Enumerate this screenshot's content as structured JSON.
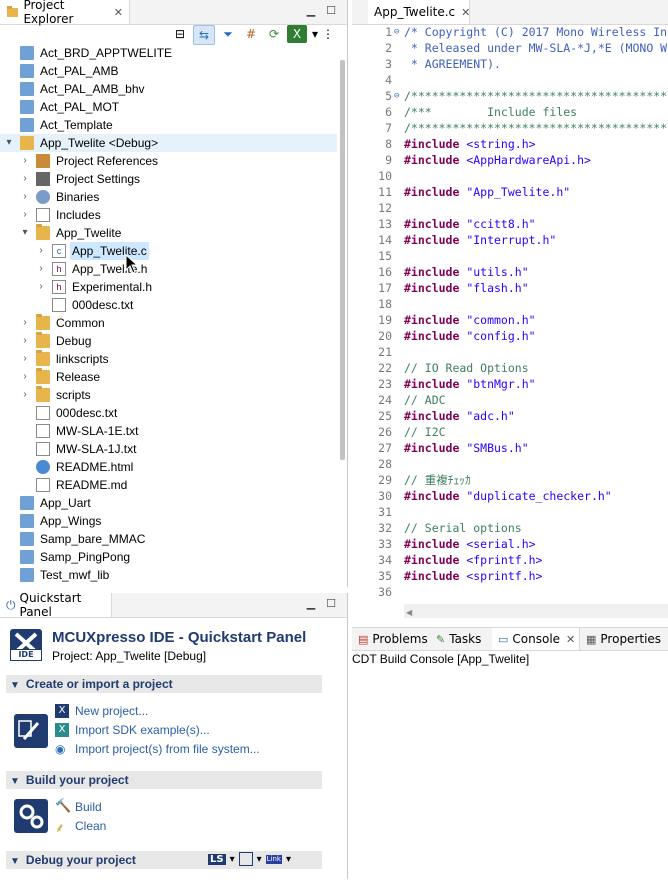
{
  "project_explorer": {
    "title": "Project Explorer",
    "items": [
      {
        "label": "Act_BRD_APPTWELITE"
      },
      {
        "label": "Act_PAL_AMB"
      },
      {
        "label": "Act_PAL_AMB_bhv"
      },
      {
        "label": "Act_PAL_MOT"
      },
      {
        "label": "Act_Template"
      },
      {
        "label": "App_Twelite <Debug>"
      },
      {
        "label": "Project References"
      },
      {
        "label": "Project Settings"
      },
      {
        "label": "Binaries"
      },
      {
        "label": "Includes"
      },
      {
        "label": "App_Twelite"
      },
      {
        "label": "App_Twelite.c"
      },
      {
        "label": "App_Twelite.h"
      },
      {
        "label": "Experimental.h"
      },
      {
        "label": "000desc.txt"
      },
      {
        "label": "Common"
      },
      {
        "label": "Debug"
      },
      {
        "label": "linkscripts"
      },
      {
        "label": "Release"
      },
      {
        "label": "scripts"
      },
      {
        "label": "000desc.txt"
      },
      {
        "label": "MW-SLA-1E.txt"
      },
      {
        "label": "MW-SLA-1J.txt"
      },
      {
        "label": "README.html"
      },
      {
        "label": "README.md"
      },
      {
        "label": "App_Uart"
      },
      {
        "label": "App_Wings"
      },
      {
        "label": "Samp_bare_MMAC"
      },
      {
        "label": "Samp_PingPong"
      },
      {
        "label": "Test_mwf_lib"
      }
    ]
  },
  "quickstart": {
    "tab": "Quickstart Panel",
    "title": "MCUXpresso IDE - Quickstart Panel",
    "project": "Project: App_Twelite [Debug]",
    "logo_text": "IDE",
    "sec1": "Create or import a project",
    "new_project": "New project...",
    "import_sdk": "Import SDK example(s)...",
    "import_fs": "Import project(s) from file system...",
    "sec2": "Build your project",
    "build": "Build",
    "clean": "Clean",
    "sec3": "Debug your project",
    "debug_ls": "LS",
    "debug_link": "Link"
  },
  "editor": {
    "tab": "App_Twelite.c",
    "lines": [
      {
        "n": "1",
        "t": "/* Copyright (C) 2017 Mono Wireless In"
      },
      {
        "n": "2",
        "t": " * Released under MW-SLA-*J,*E (MONO W"
      },
      {
        "n": "3",
        "t": " * AGREEMENT)."
      },
      {
        "n": "4",
        "t": ""
      },
      {
        "n": "5",
        "t": "/*******************************************"
      },
      {
        "n": "6",
        "t": "/***        Include files"
      },
      {
        "n": "7",
        "t": "/*******************************************"
      },
      {
        "n": "8",
        "t": "#include <string.h>"
      },
      {
        "n": "9",
        "t": "#include <AppHardwareApi.h>"
      },
      {
        "n": "10",
        "t": ""
      },
      {
        "n": "11",
        "t": "#include \"App_Twelite.h\""
      },
      {
        "n": "12",
        "t": ""
      },
      {
        "n": "13",
        "t": "#include \"ccitt8.h\""
      },
      {
        "n": "14",
        "t": "#include \"Interrupt.h\""
      },
      {
        "n": "15",
        "t": ""
      },
      {
        "n": "16",
        "t": "#include \"utils.h\""
      },
      {
        "n": "17",
        "t": "#include \"flash.h\""
      },
      {
        "n": "18",
        "t": ""
      },
      {
        "n": "19",
        "t": "#include \"common.h\""
      },
      {
        "n": "20",
        "t": "#include \"config.h\""
      },
      {
        "n": "21",
        "t": ""
      },
      {
        "n": "22",
        "t": "// IO Read Options"
      },
      {
        "n": "23",
        "t": "#include \"btnMgr.h\""
      },
      {
        "n": "24",
        "t": "// ADC"
      },
      {
        "n": "25",
        "t": "#include \"adc.h\""
      },
      {
        "n": "26",
        "t": "// I2C"
      },
      {
        "n": "27",
        "t": "#include \"SMBus.h\""
      },
      {
        "n": "28",
        "t": ""
      },
      {
        "n": "29",
        "t": "// 重複ﾁｪｯｶ"
      },
      {
        "n": "30",
        "t": "#include \"duplicate_checker.h\""
      },
      {
        "n": "31",
        "t": ""
      },
      {
        "n": "32",
        "t": "// Serial options"
      },
      {
        "n": "33",
        "t": "#include <serial.h>"
      },
      {
        "n": "34",
        "t": "#include <fprintf.h>"
      },
      {
        "n": "35",
        "t": "#include <sprintf.h>"
      },
      {
        "n": "36",
        "t": ""
      }
    ]
  },
  "console": {
    "tabs": [
      "Problems",
      "Tasks",
      "Console",
      "Properties"
    ],
    "title": "CDT Build Console [App_Twelite]"
  }
}
